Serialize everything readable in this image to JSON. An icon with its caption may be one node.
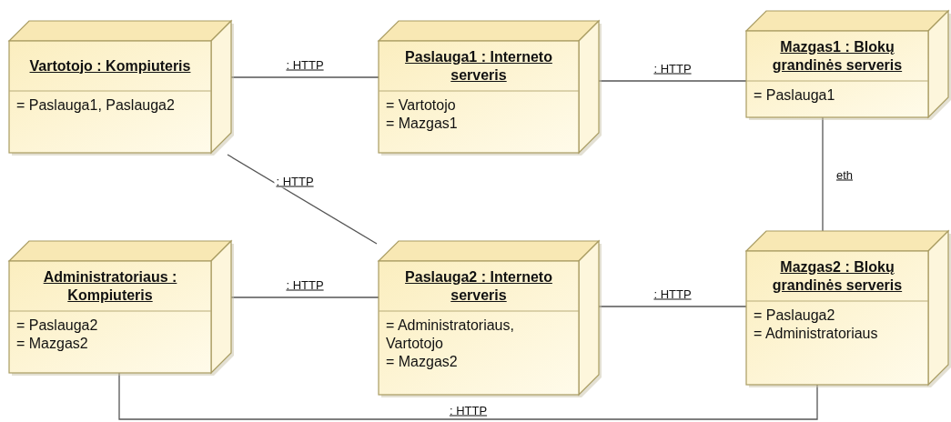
{
  "diagram": {
    "nodes": [
      {
        "text": [
          "Vartotojo : Kompiuteris",
          "= Paslauga1, Paslauga2"
        ]
      },
      {
        "text": [
          "Paslauga1 : Interneto serveris",
          "= Vartotojo",
          "= Mazgas1"
        ]
      },
      {
        "text": [
          "Mazgas1 : Blokų grandinės serveris",
          "= Paslauga1"
        ]
      },
      {
        "text": [
          "Administratoriaus : Kompiuteris",
          "= Paslauga2",
          "= Mazgas2"
        ]
      },
      {
        "text": [
          "Paslauga2 : Interneto serveris",
          "= Administratoriaus, Vartotojo",
          "= Mazgas2"
        ]
      },
      {
        "text": [
          "Mazgas2 : Blokų grandinės serveris",
          "= Paslauga2",
          "= Administratoriaus"
        ]
      }
    ],
    "edges": [
      {
        "from": 0,
        "to": 1,
        "arrow": "none",
        "label": ": HTTP"
      },
      {
        "from": 1,
        "to": 2,
        "arrow": "none",
        "label": ": HTTP"
      },
      {
        "from": 0,
        "to": 4,
        "arrow": "none",
        "label": ": HTTP"
      },
      {
        "from": 2,
        "to": 5,
        "arrow": "none",
        "label": "eth"
      },
      {
        "from": 3,
        "to": 4,
        "arrow": "none",
        "label": ": HTTP"
      },
      {
        "from": 4,
        "to": 5,
        "arrow": "none",
        "label": ": HTTP"
      },
      {
        "from": 3,
        "to": 5,
        "arrow": "none",
        "label": ": HTTP"
      }
    ]
  }
}
